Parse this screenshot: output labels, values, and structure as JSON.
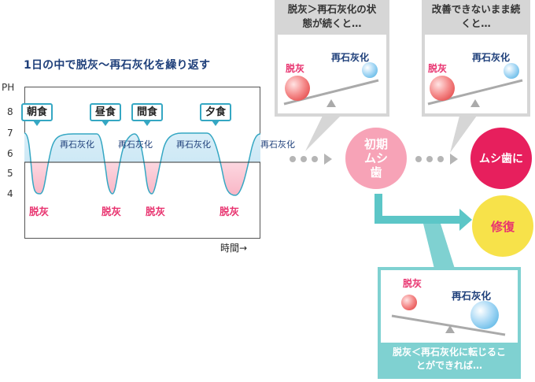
{
  "title": "1日の中で脱灰〜再石灰化を繰り返す",
  "chart": {
    "y_unit": "PH",
    "y_ticks": [
      "8",
      "7",
      "6",
      "5",
      "4"
    ],
    "meals": [
      "朝食",
      "昼食",
      "間食",
      "夕食"
    ],
    "remineralization_label": "再石灰化",
    "demineralization_label": "脱灰",
    "x_label": "時間→",
    "critical_ph": 5.5
  },
  "balance_box_1": {
    "caption": "脱灰＞再石灰化の状態が続くと…",
    "left": "脱灰",
    "right": "再石灰化"
  },
  "balance_box_2": {
    "caption": "改善できないまま続くと…",
    "left": "脱灰",
    "right": "再石灰化"
  },
  "flow_remin_label": "再石灰化",
  "stage_initial": "初期ムシ歯",
  "stage_caries": "ムシ歯に",
  "stage_repair": "修復",
  "balance_box_3": {
    "caption": "脱灰＜再石灰化に転じることができれば…",
    "left": "脱灰",
    "right": "再石灰化"
  },
  "colors": {
    "navy": "#1e3f7a",
    "pink": "#e8336f",
    "teal": "#5cc6c7",
    "yellow": "#f7e24a",
    "grey": "#d6d6d6"
  }
}
